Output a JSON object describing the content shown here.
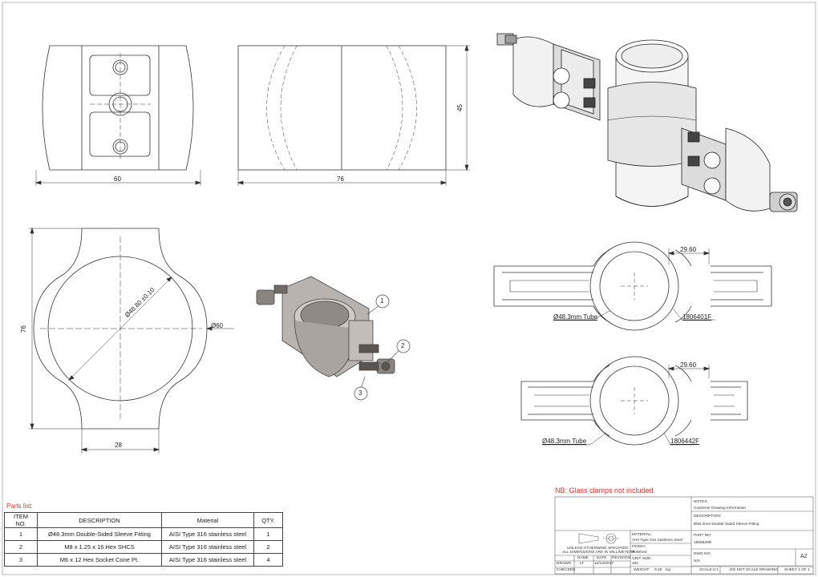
{
  "dimensions": {
    "front_width": "60",
    "side_width": "76",
    "side_height": "45",
    "section_height": "76",
    "section_neck": "28",
    "inner_diameter": "Ø48.80 ±0.10",
    "outer_diameter": "Ø60",
    "view1_span": "29.60",
    "view2_span": "29.60",
    "view1_tube": "Ø48.3mm Tube",
    "view2_tube": "Ø48.3mm Tube",
    "view1_part": "1806401F",
    "view2_part": "1806442F"
  },
  "balloons": [
    "1",
    "2",
    "3"
  ],
  "note": "NB: Glass clamps not included.",
  "parts_list": {
    "title": "Parts list:",
    "headers": [
      "ITEM NO.",
      "DESCRIPTION",
      "Material",
      "QTY."
    ],
    "rows": [
      [
        "1",
        "Ø48.3mm Double-Sided Sleeve Fitting",
        "AISI Type 316 stainless steel",
        "1"
      ],
      [
        "2",
        "M8 x 1.25 x 16 Hex SHCS",
        "AISI Type 316 stainless steel",
        "2"
      ],
      [
        "3",
        "M6 x 12 Hex Socket Cone Pt.",
        "AISI Type 316 stainless steel",
        "4"
      ]
    ]
  },
  "title_block": {
    "notes_label": "NOTES:",
    "notes_value": "Customer Drawing Information",
    "description_label": "DESCRIPTION:",
    "description_value": "Ø48.3mm Double Sided Sleeve Fitting",
    "part_no_label": "PART NO:",
    "part_no_value": "1806520D",
    "dwg_no_label": "DWG NO:",
    "dwg_no_value": "N/A",
    "size": "A2",
    "material_label": "MATERIAL:",
    "material_value": "AISI Type 316 Stainless Steel",
    "finish_label": "FINISH:",
    "finish_value": "Polished",
    "grit_label": "GRIT SIZE:",
    "grit_value": "320",
    "unless_line1": "UNLESS OTHERWISE SPECIFIED",
    "unless_line2": "ALL DIMENSIONS ARE IN MILLIMETERS",
    "col_name": "NAME",
    "col_date": "DATE",
    "col_revision": "REVISION",
    "drawn_label": "DRAWN",
    "drawn_name": "LT",
    "drawn_date": "12/13/2017",
    "checked_label": "CHECKED",
    "weight_label": "WEIGHT:",
    "weight_value": "0.26",
    "weight_unit": "Kg",
    "scale": "SCALE:2:1",
    "do_not_scale": "DO NOT SCALE DRAWING",
    "sheet": "SHEET 1 OF 1"
  }
}
